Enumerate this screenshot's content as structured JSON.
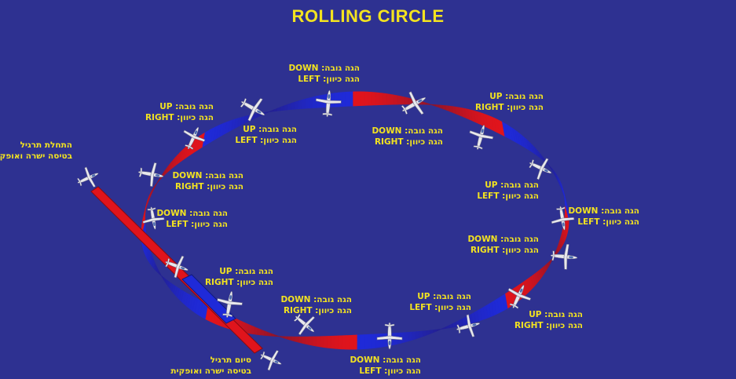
{
  "title": "ROLLING CIRCLE",
  "colors": {
    "background": "#2e3191",
    "text": "#f3e320",
    "ribbon_blue": "#1f2ad8",
    "ribbon_red": "#e0141c",
    "plane_body": "#e8e8ec"
  },
  "labels": {
    "start": {
      "line1": "התחלת תרגיל",
      "line2": "בטיסה ישרה ואופקית"
    },
    "end": {
      "line1": "סיום תרגיל",
      "line2": "בטיסה ישרה ואופקית"
    },
    "l1": {
      "val1": "UP",
      "he1": "הגה גובה:",
      "val2": "RIGHT",
      "he2": "הגה כיוון:"
    },
    "l2": {
      "val1": "DOWN",
      "he1": "הגה גובה:",
      "val2": "LEFT",
      "he2": "הגה כיוון:"
    },
    "l3": {
      "val1": "UP",
      "he1": "הגה גובה:",
      "val2": "RIGHT",
      "he2": "הגה כיוון:"
    },
    "l4": {
      "val1": "UP",
      "he1": "הגה גובה:",
      "val2": "LEFT",
      "he2": "הגה כיוון:"
    },
    "l5": {
      "val1": "DOWN",
      "he1": "הגה גובה:",
      "val2": "RIGHT",
      "he2": "הגה כיוון:"
    },
    "l6": {
      "val1": "DOWN",
      "he1": "הגה גובה:",
      "val2": "RIGHT",
      "he2": "הגה כיוון:"
    },
    "l7": {
      "val1": "UP",
      "he1": "הגה גובה:",
      "val2": "LEFT",
      "he2": "הגה כיוון:"
    },
    "l8": {
      "val1": "DOWN",
      "he1": "הגה גובה:",
      "val2": "LEFT",
      "he2": "הגה כיוון:"
    },
    "l9": {
      "val1": "DOWN",
      "he1": "הגה גובה:",
      "val2": "LEFT",
      "he2": "הגה כיוון:"
    },
    "l10": {
      "val1": "DOWN",
      "he1": "הגה גובה:",
      "val2": "RIGHT",
      "he2": "הגה כיוון:"
    },
    "l11": {
      "val1": "UP",
      "he1": "הגה גובה:",
      "val2": "RIGHT",
      "he2": "הגה כיוון:"
    },
    "l12": {
      "val1": "DOWN",
      "he1": "הגה גובה:",
      "val2": "RIGHT",
      "he2": "הגה כיוון:"
    },
    "l13": {
      "val1": "UP",
      "he1": "הגה גובה:",
      "val2": "LEFT",
      "he2": "הגה כיוון:"
    },
    "l14": {
      "val1": "UP",
      "he1": "הגה גובה:",
      "val2": "RIGHT",
      "he2": "הגה כיוון:"
    },
    "l15": {
      "val1": "DOWN",
      "he1": "הגה גובה:",
      "val2": "LEFT",
      "he2": "הגה כיוון:"
    }
  }
}
